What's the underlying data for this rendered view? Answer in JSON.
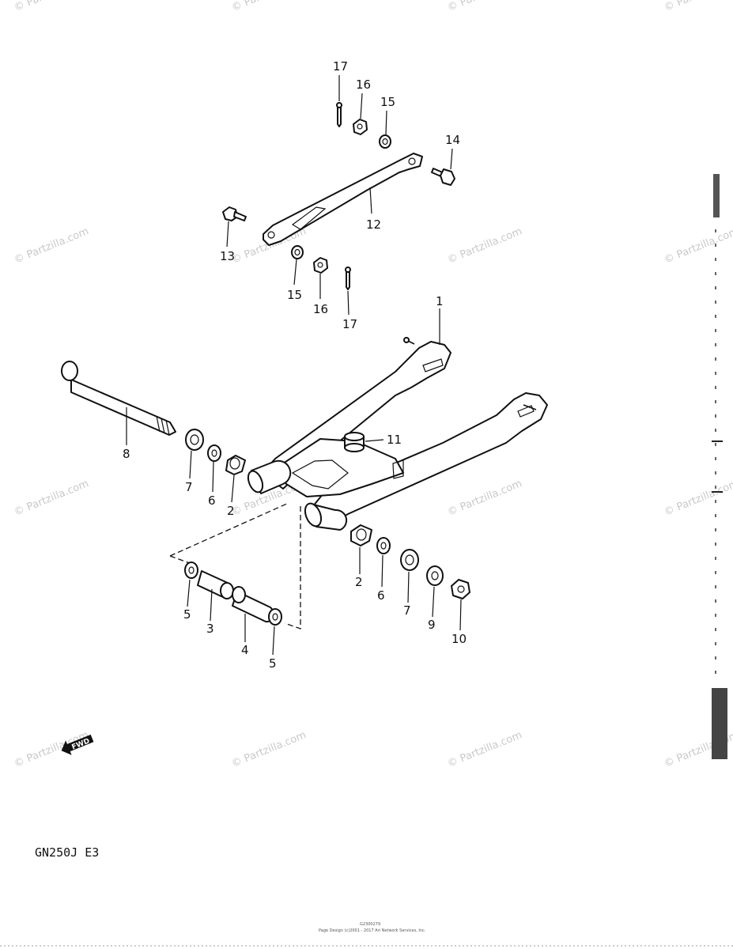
{
  "diagram": {
    "model_code": "GN250J  E3",
    "fwd_label": "FWD",
    "watermark": "© Partzilla.com",
    "footer_line1": "G2300279",
    "footer_line2": "Page Design (c)2001 - 2017 Ari Network Services, Inc.",
    "callouts": [
      "17",
      "16",
      "15",
      "14",
      "12",
      "13",
      "15",
      "16",
      "17",
      "1",
      "8",
      "11",
      "7",
      "6",
      "2",
      "2",
      "6",
      "7",
      "9",
      "10",
      "5",
      "3",
      "4",
      "5"
    ]
  }
}
